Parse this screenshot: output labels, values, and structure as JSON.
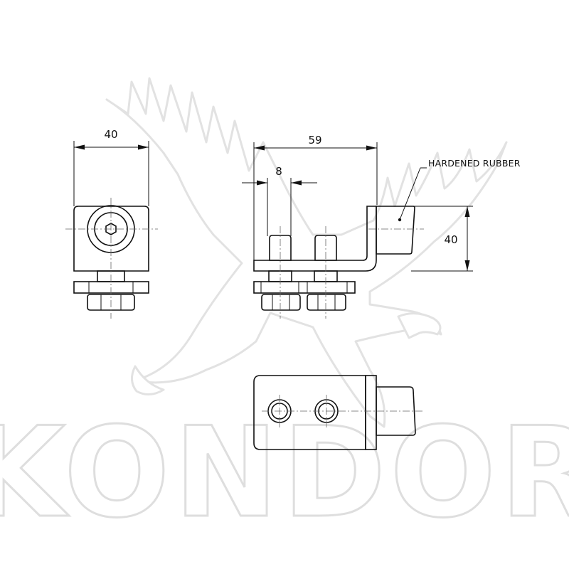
{
  "watermark": {
    "brand_text": "KONDOR",
    "logo_icon": "eagle-icon"
  },
  "drawing": {
    "side_view": {
      "width_dim": "40"
    },
    "front_view": {
      "length_dim": "59",
      "hole_offset_dim": "8",
      "height_dim": "40",
      "material_label": "HARDENED RUBBER"
    },
    "top_view": {}
  },
  "colors": {
    "line": "#111111",
    "watermark": "#e2e2e2",
    "background": "#ffffff"
  }
}
